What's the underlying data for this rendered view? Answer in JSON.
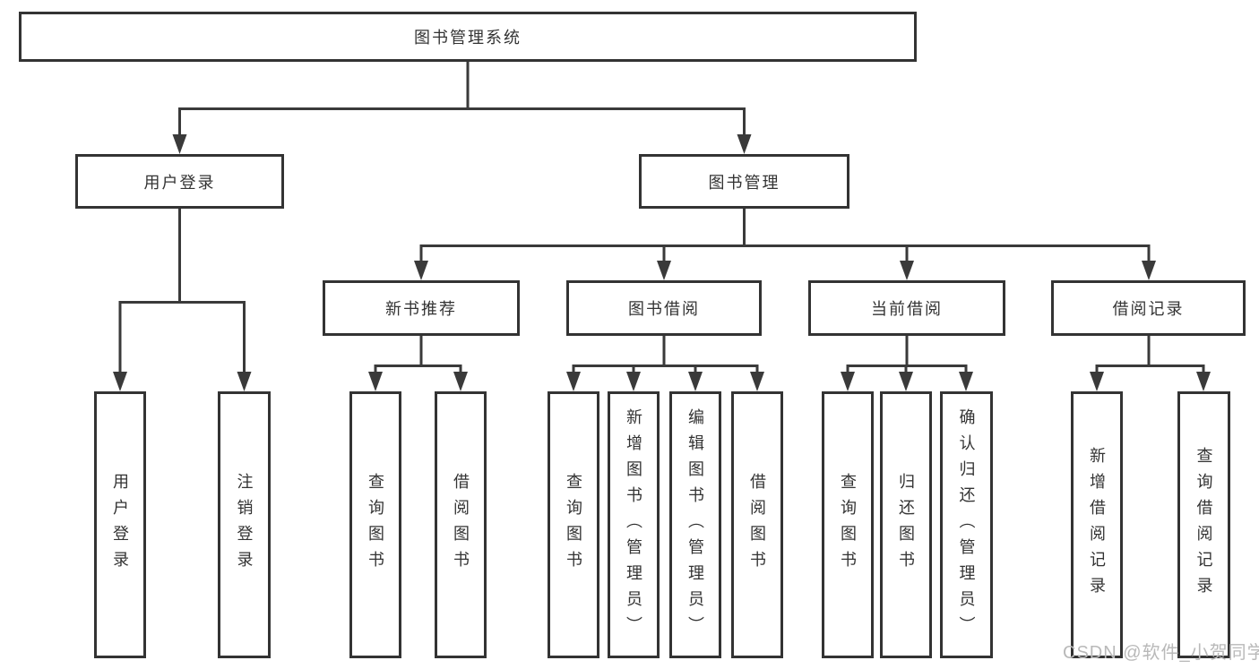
{
  "diagram_title": "图书管理系统",
  "tree": {
    "label": "图书管理系统",
    "children": [
      {
        "label": "用户登录",
        "children": [
          {
            "label": "用户登录"
          },
          {
            "label": "注销登录"
          }
        ]
      },
      {
        "label": "图书管理",
        "children": [
          {
            "label": "新书推荐",
            "children": [
              {
                "label": "查询图书"
              },
              {
                "label": "借阅图书"
              }
            ]
          },
          {
            "label": "图书借阅",
            "children": [
              {
                "label": "查询图书"
              },
              {
                "label": "新增图书（管理员）"
              },
              {
                "label": "编辑图书（管理员）"
              },
              {
                "label": "借阅图书"
              }
            ]
          },
          {
            "label": "当前借阅",
            "children": [
              {
                "label": "查询图书"
              },
              {
                "label": "归还图书"
              },
              {
                "label": "确认归还（管理员）"
              }
            ]
          },
          {
            "label": "借阅记录",
            "children": [
              {
                "label": "新增借阅记录"
              },
              {
                "label": "查询借阅记录"
              }
            ]
          }
        ]
      }
    ]
  },
  "watermark": {
    "text": "CSDN @软件_小贺同学"
  },
  "colors": {
    "background": "#ffffff",
    "border": "#333333",
    "line": "#3a3a3a",
    "text": "#333333",
    "watermark": "#b9b9b9"
  }
}
